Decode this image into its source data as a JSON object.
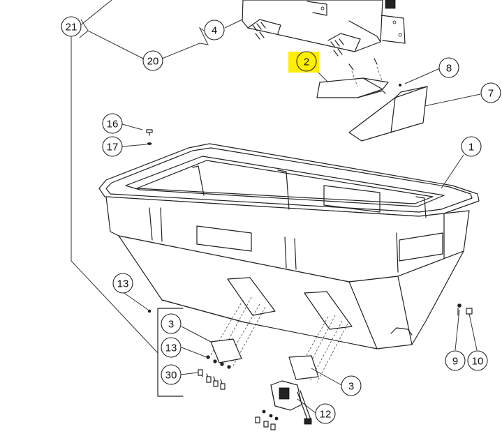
{
  "diagram": {
    "highlight_color": "#ffef00",
    "callouts": [
      {
        "id": "c21",
        "label": "21"
      },
      {
        "id": "c4",
        "label": "4"
      },
      {
        "id": "c20",
        "label": "20"
      },
      {
        "id": "c2",
        "label": "2",
        "highlighted": true
      },
      {
        "id": "c8",
        "label": "8"
      },
      {
        "id": "c7",
        "label": "7"
      },
      {
        "id": "c16",
        "label": "16"
      },
      {
        "id": "c17",
        "label": "17"
      },
      {
        "id": "c1",
        "label": "1"
      },
      {
        "id": "c13a",
        "label": "13"
      },
      {
        "id": "c3a",
        "label": "3"
      },
      {
        "id": "c13b",
        "label": "13"
      },
      {
        "id": "c30",
        "label": "30"
      },
      {
        "id": "c3b",
        "label": "3"
      },
      {
        "id": "c12",
        "label": "12"
      },
      {
        "id": "c9",
        "label": "9"
      },
      {
        "id": "c10",
        "label": "10"
      }
    ]
  }
}
